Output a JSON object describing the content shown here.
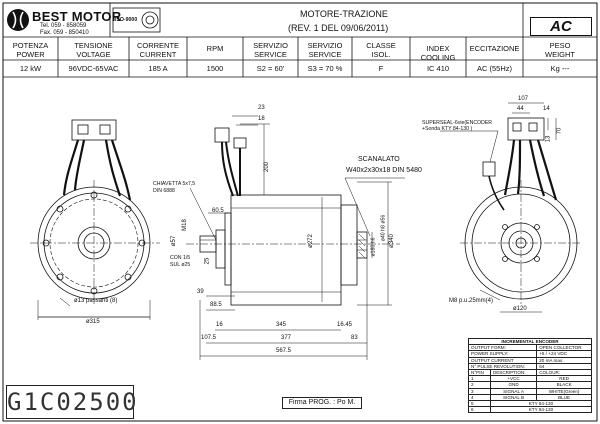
{
  "logo": {
    "company": "BEST MOTOR",
    "tel": "Tel. 059 - 858059",
    "fax": "Fax. 059 - 850410",
    "cert_mark": "ISO-9000"
  },
  "title": {
    "line1": "MOTORE-TRAZIONE",
    "line2": "(REV. 1 DEL 09/06/2011)",
    "badge": "AC"
  },
  "specs": {
    "headers": [
      "POTENZA",
      "TENSIONE",
      "CORRENTE",
      "RPM",
      "SERVIZIO",
      "SERVIZIO",
      "CLASSE",
      "INDEX COOLING",
      "ECCITAZIONE",
      "PESO"
    ],
    "subheaders": [
      "POWER",
      "VOLTAGE",
      "CURRENT",
      "",
      "SERVICE",
      "SERVICE",
      "ISOL.",
      "",
      "",
      "WEIGHT"
    ],
    "values": [
      "12 kW",
      "96VDC-65VAC",
      "185 A",
      "1500",
      "S2 = 60'",
      "S3 = 70 %",
      "F",
      "IC 410",
      "AC (55Hz)",
      "Kg ---"
    ]
  },
  "dims": {
    "d23": "23",
    "d18": "18",
    "d200": "200",
    "d605": "60.5",
    "dm18": "M18",
    "d57": "ø57",
    "d25": "25",
    "d39": "39",
    "d885": "88.5",
    "d16": "16",
    "d345": "345",
    "d1645": "16.45",
    "d1075": "107.5",
    "d377": "377",
    "d83": "83",
    "d5675": "567.5",
    "d272": "ø272",
    "d180": "ø180 h6",
    "d340": "ø340",
    "d315": "ø315",
    "holes": "ø13 passanti (8)",
    "d107": "107",
    "d44": "44",
    "d14": "14",
    "d13": "13",
    "d70": "70",
    "d120": "ø120",
    "m8": "M8 p.u.25mm(4)",
    "chiavetta1": "CHIAVETTA 5x7,5",
    "chiavetta2": "DIN 6888",
    "con": "CON 1/5",
    "sul": "SUL ø25",
    "scanalato1": "SCANALATO",
    "scanalato2": "W40x2x30x18 DIN 5480",
    "superseal1": "SUPERSEAL-6vie(ENCODER",
    "superseal2": "+Sonda KTY 84-130 )",
    "fit": "ø40 h8 ø56"
  },
  "encoder_table": {
    "title": "INCREMENTAL ENCODER",
    "rows": [
      [
        "OUTPUT FORM:",
        "OPEN COLLECTOR"
      ],
      [
        "POWER SUPPLY:",
        "+5 / +24 VDC"
      ],
      [
        "OUTPUT CURRENT",
        "20 mA max."
      ],
      [
        "N° PULSE REVOLUTION:",
        "64"
      ]
    ],
    "pin_headers": [
      "N°PIN",
      "DESCRIPTION:",
      "COLOUR:"
    ],
    "pins": [
      [
        "1",
        "+VCC",
        "RED"
      ],
      [
        "2",
        "GND",
        "BLACK"
      ],
      [
        "3",
        "SIGNAL A",
        "WHITE(Green)"
      ],
      [
        "4",
        "SIGNAL B",
        "BLUE"
      ],
      [
        "5",
        "KTY 84-130",
        ""
      ],
      [
        "6",
        "KTY 84-130",
        ""
      ]
    ]
  },
  "footer": {
    "code": "G1C02500",
    "firma": "Firma PROG. : Po M."
  }
}
